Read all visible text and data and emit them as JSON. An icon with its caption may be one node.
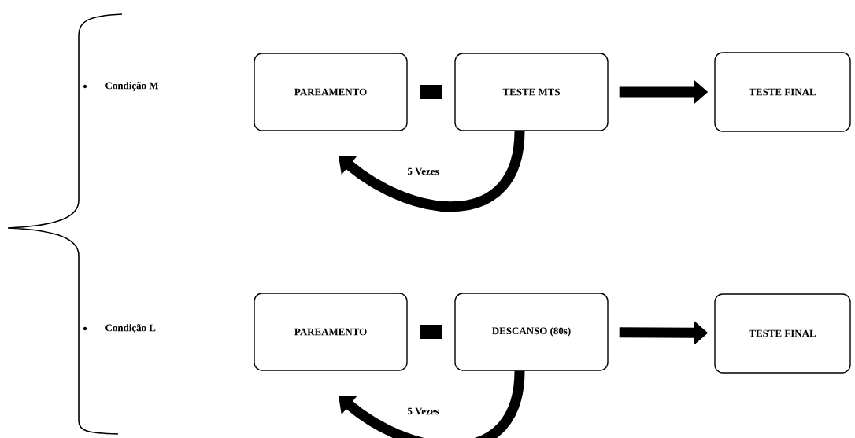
{
  "diagram": {
    "nodes": [
      {
        "text": [
          "PAREAMENTO"
        ]
      },
      {
        "text": [
          "TESTE MTS"
        ]
      },
      {
        "text": [
          "TESTE FINAL"
        ]
      },
      {
        "text": [
          "PAREAMENTO"
        ]
      },
      {
        "text": [
          "DESCANSO (80s)"
        ]
      },
      {
        "text": [
          "TESTE FINAL"
        ]
      }
    ],
    "edges": [
      {
        "from": 0,
        "to": 1,
        "arrow": "none"
      },
      {
        "from": 1,
        "to": 2,
        "arrow": "to"
      },
      {
        "from": 1,
        "to": 0,
        "arrow": "to",
        "label": "5 Vezes"
      },
      {
        "from": 3,
        "to": 4,
        "arrow": "none"
      },
      {
        "from": 4,
        "to": 5,
        "arrow": "to"
      },
      {
        "from": 4,
        "to": 3,
        "arrow": "to",
        "label": "5 Vezes"
      }
    ],
    "labels": [
      "Condição M",
      "Condição L"
    ]
  }
}
